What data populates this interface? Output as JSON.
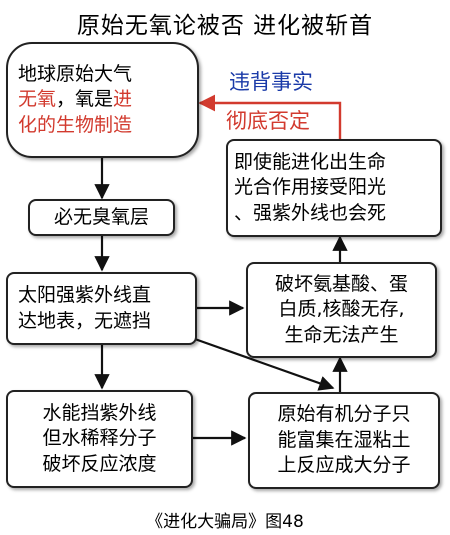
{
  "title": "原始无氧论被否  进化被斩首",
  "boxes": {
    "earth": {
      "line1": "地球原始大气",
      "line2_red": "无氧",
      "line2_black": "，氧是",
      "line2_red2": "进",
      "line3": "化的生物制造"
    },
    "no_ozone": "必无臭氧层",
    "uv": {
      "line1": "太阳强紫外线直",
      "line2": "达地表，无遮挡"
    },
    "water": {
      "line1": "水能挡紫外线",
      "line2": "但水稀释分子",
      "line3": "破坏反应浓度"
    },
    "photo": {
      "line1": "即使能进化出生命",
      "line2": "光合作用接受阳光",
      "line3": "、强紫外线也会死"
    },
    "destroy": {
      "line1": "破坏氨基酸、蛋",
      "line2": "白质,核酸无存,",
      "line3": "生命无法产生"
    },
    "organic": {
      "line1": "原始有机分子只",
      "line2": "能富集在湿粘土",
      "line3": "上反应成大分子"
    }
  },
  "notes": {
    "contradict": "违背事实",
    "denied": "彻底否定"
  },
  "caption": "《进化大骗局》图48",
  "colors": {
    "red": "#d23a2e",
    "blue": "#1a3aa8"
  }
}
